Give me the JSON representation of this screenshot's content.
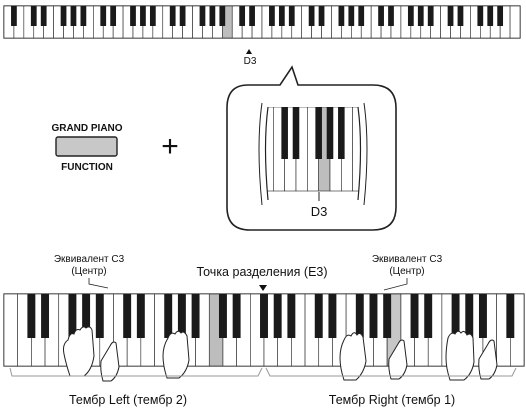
{
  "top_keyboard": {
    "marker_label": "D3"
  },
  "button": {
    "top_label": "GRAND PIANO",
    "bottom_label": "FUNCTION"
  },
  "plus_symbol": "+",
  "zoom": {
    "key_label": "D3"
  },
  "bottom_keyboard": {
    "split_point_label": "Точка разделения (E3)",
    "left_c3": {
      "line1": "Эквивалент C3",
      "line2": "(Центр)"
    },
    "right_c3": {
      "line1": "Эквивалент C3",
      "line2": "(Центр)"
    },
    "left_voice_label": "Тембр Left (тембр 2)",
    "right_voice_label": "Тембр Right (тембр 1)"
  },
  "colors": {
    "key_black": "#1a1a1a",
    "highlight": "#bdbdbd",
    "outline": "#222222"
  }
}
